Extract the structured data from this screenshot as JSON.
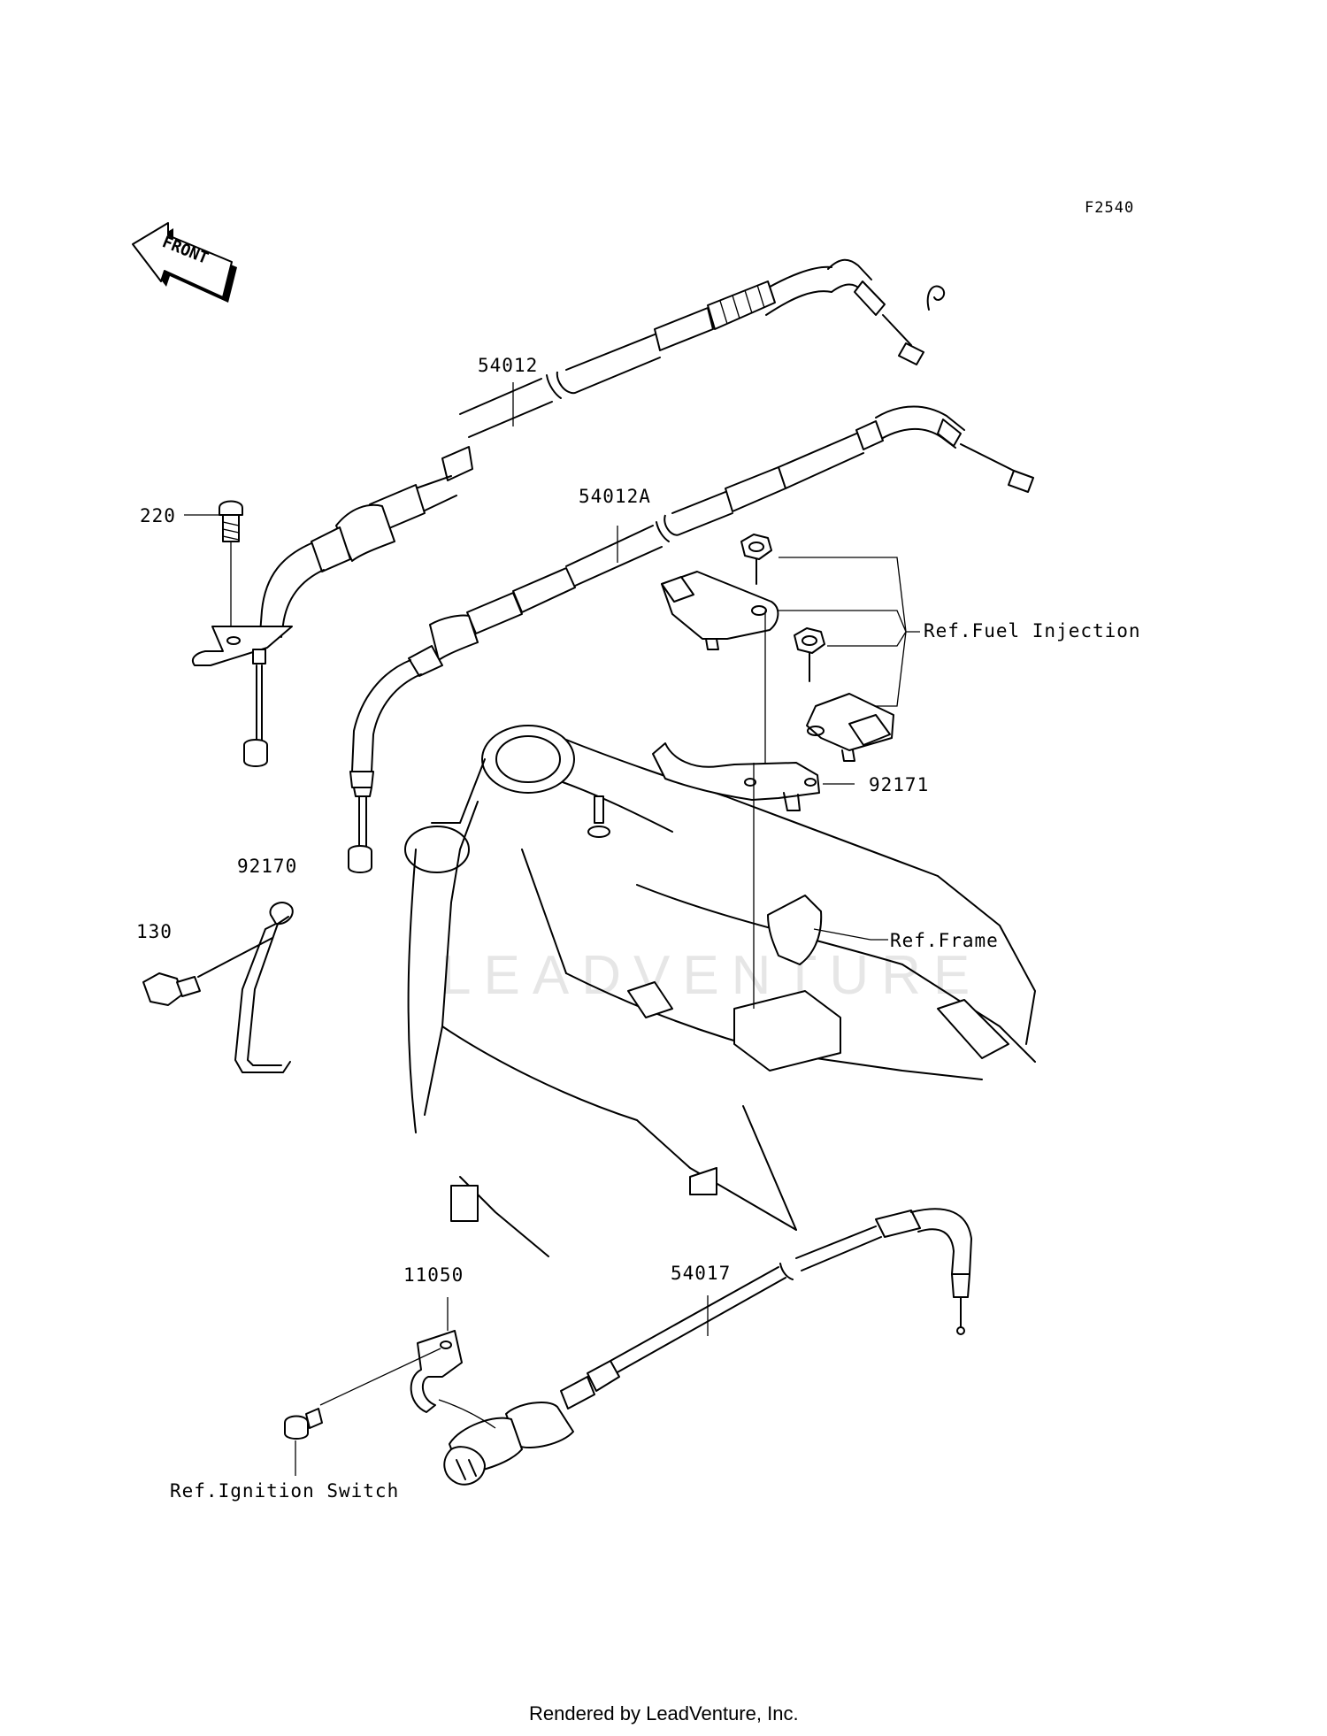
{
  "diagram_code": "F2540",
  "front_label": "FRONT",
  "watermark": "LEADVENTURE",
  "footer": "Rendered by LeadVenture, Inc.",
  "parts": {
    "p54012": "54012",
    "p54012A": "54012A",
    "p220": "220",
    "p92170": "92170",
    "p130": "130",
    "p92171": "92171",
    "p11050": "11050",
    "p54017": "54017"
  },
  "refs": {
    "fuel_injection": "Ref.Fuel Injection",
    "frame": "Ref.Frame",
    "ignition_switch": "Ref.Ignition Switch"
  }
}
